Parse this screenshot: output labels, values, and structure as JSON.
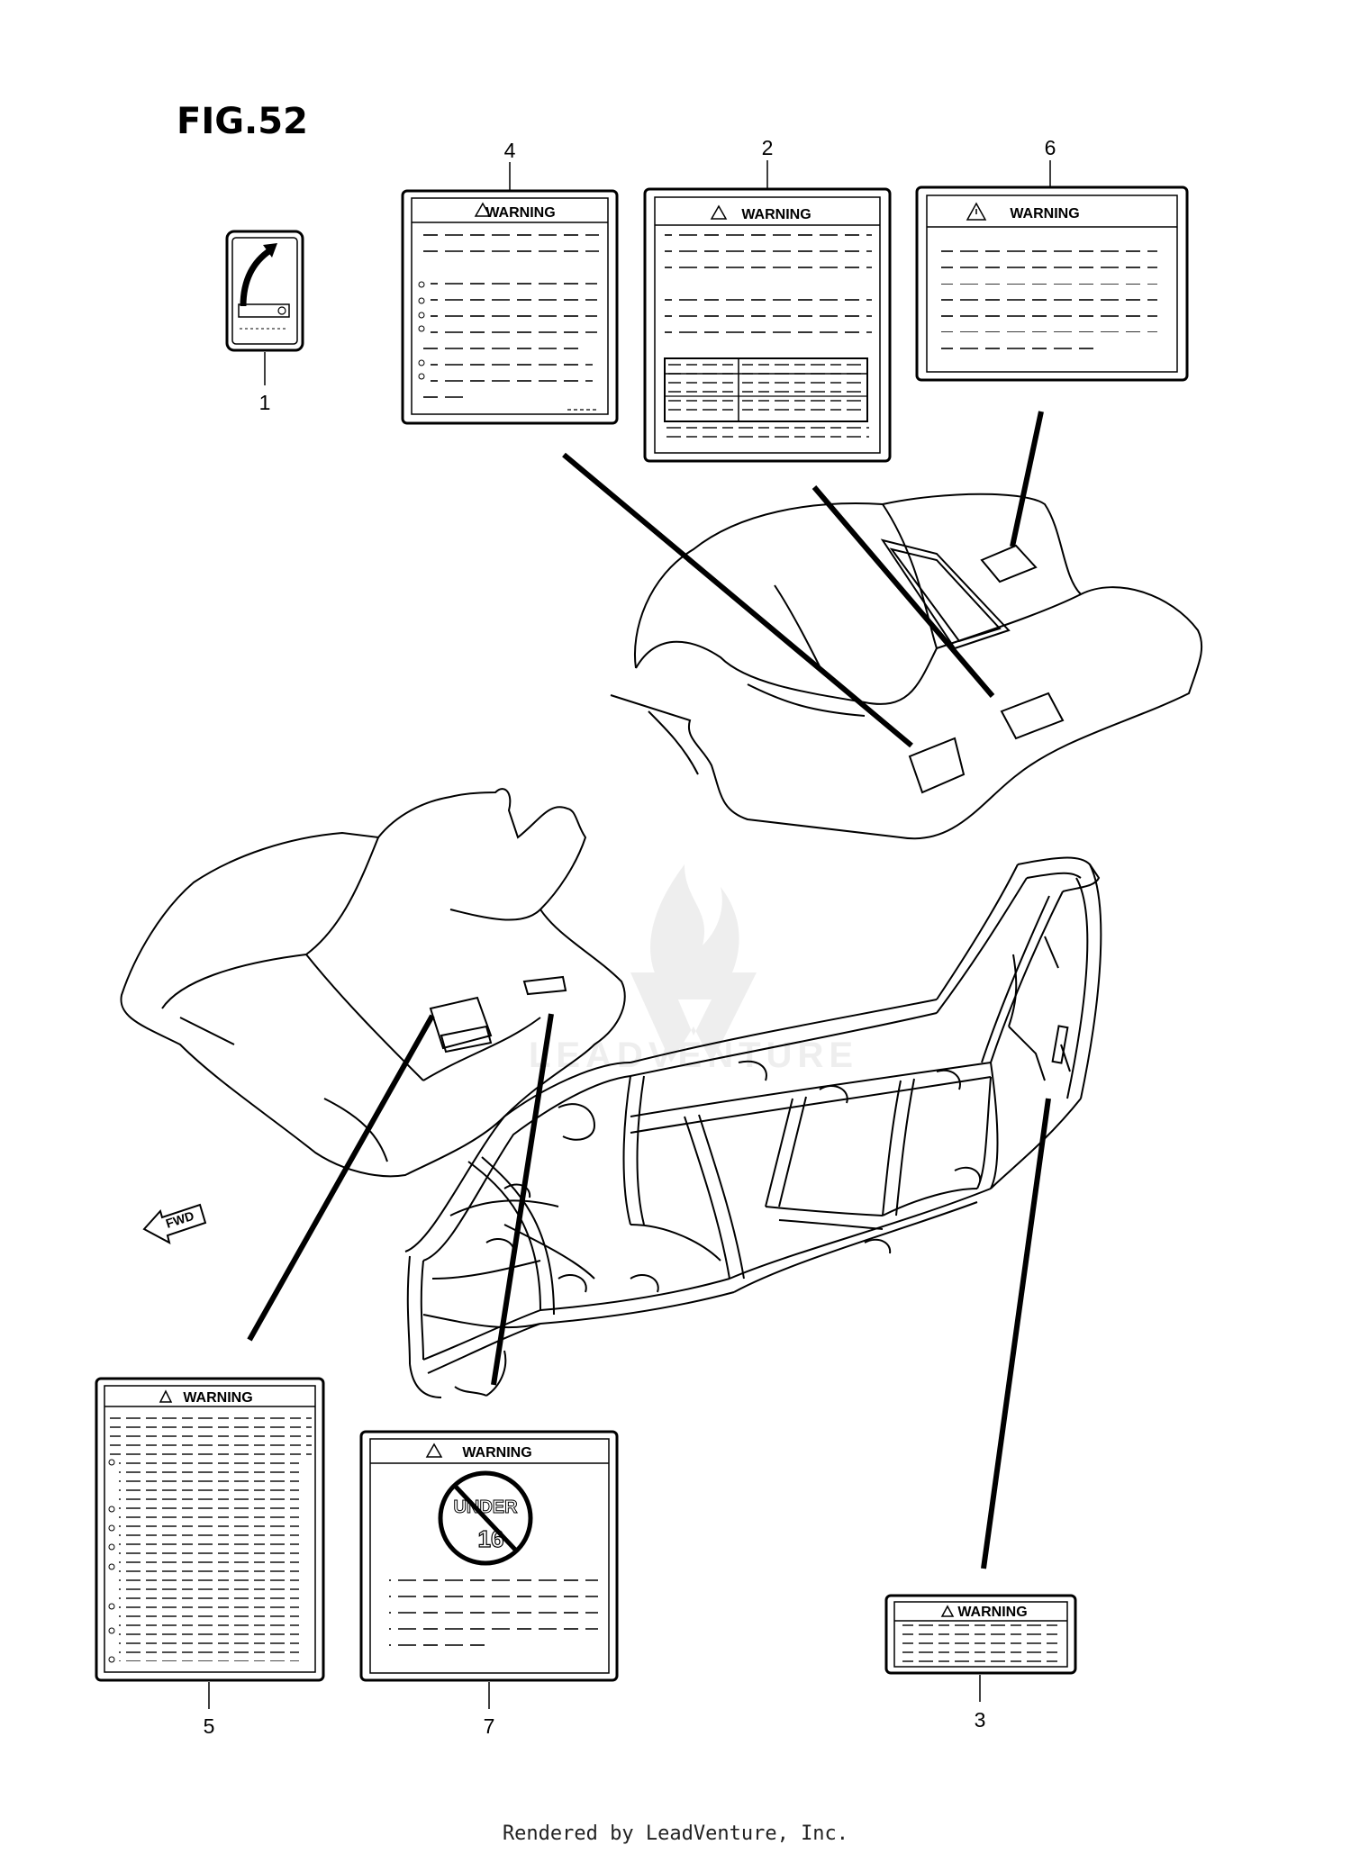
{
  "figure": {
    "title": "FIG.52"
  },
  "labels": {
    "warning_text": "WARNING",
    "under": "UNDER",
    "age": "16",
    "fwd": "FWD",
    "callouts": [
      "1",
      "2",
      "3",
      "4",
      "5",
      "6",
      "7"
    ]
  },
  "watermark": {
    "text": "LEADVENTURE"
  },
  "footer": {
    "text": "Rendered by LeadVenture, Inc."
  },
  "colors": {
    "line": "#000000",
    "background": "#ffffff",
    "watermark": "#d8d8d8"
  }
}
